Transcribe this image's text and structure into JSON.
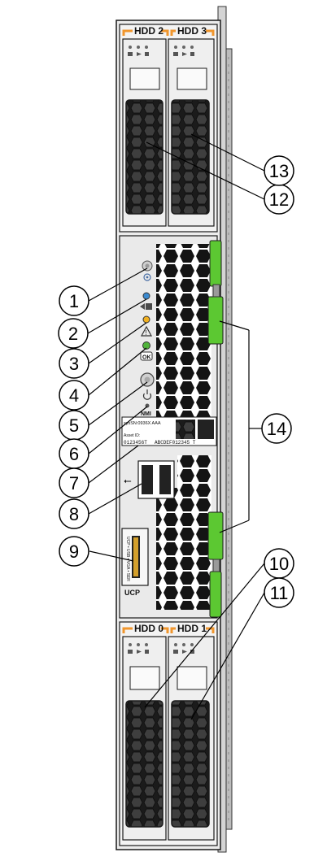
{
  "hdd_bays": {
    "top_left": "HDD 2",
    "top_right": "HDD 3",
    "bottom_left": "HDD 0",
    "bottom_right": "HDD 1"
  },
  "front_panel": {
    "nmi_label": "NMI",
    "ok_label": "OK",
    "ucp_label": "UCP",
    "ucp_side_text": "UCP • USB • VGA • SER",
    "usb_symbol": "⭠"
  },
  "asset_label": {
    "top_text": "sysSN:0936X AAA",
    "asset_id_label": "Asset ID:",
    "asset_id": "0123456T",
    "serial": "ABCDEF012345 T"
  },
  "callouts": [
    "1",
    "2",
    "3",
    "4",
    "5",
    "6",
    "7",
    "8",
    "9",
    "10",
    "11",
    "12",
    "13",
    "14"
  ],
  "colors": {
    "latch_green": "#5cc832",
    "bay_orange": "#f0962d",
    "chassis": "#e9e9e9",
    "outline": "#1a1a1a"
  }
}
